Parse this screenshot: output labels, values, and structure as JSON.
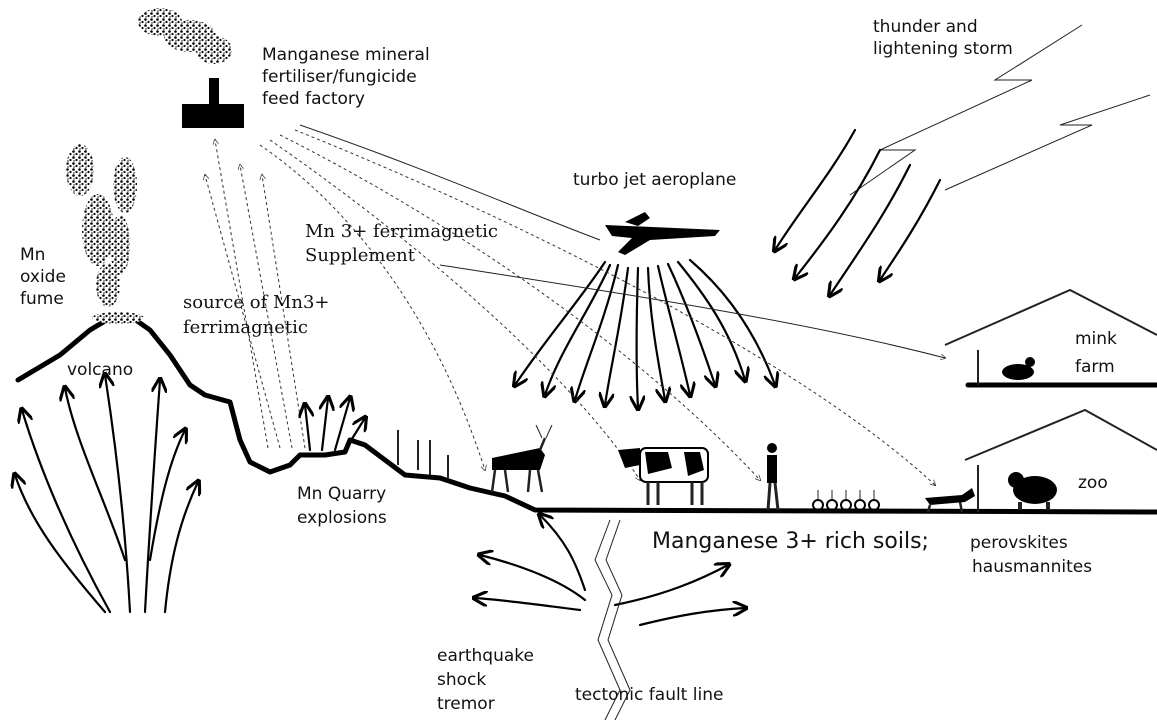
{
  "labels": {
    "factory": [
      "Manganese mineral",
      "fertiliser/fungicide",
      "feed factory"
    ],
    "storm": [
      "thunder and",
      "lightening storm"
    ],
    "aeroplane": "turbo jet aeroplane",
    "supplement": [
      "Mn 3+ ferrimagnetic",
      "Supplement"
    ],
    "fume": [
      "Mn",
      "oxide",
      "fume"
    ],
    "source": [
      "source of Mn3+",
      "ferrimagnetic"
    ],
    "volcano": "volcano",
    "quarry": [
      "Mn Quarry",
      "explosions"
    ],
    "mink_farm": [
      "mink",
      "farm"
    ],
    "zoo": "zoo",
    "soils": "Manganese 3+ rich soils;",
    "minerals": [
      "perovskites",
      "hausmannites"
    ],
    "earthquake": [
      "earthquake",
      "shock",
      "tremor"
    ],
    "fault": "tectonic fault line"
  },
  "icons": [
    "volcano-smoke-icon",
    "factory-icon",
    "aeroplane-icon",
    "lightning-icon",
    "deer-icon",
    "cow-icon",
    "person-icon",
    "dog-icon",
    "mink-icon",
    "bear-icon",
    "tree-icon",
    "plant-icon"
  ]
}
